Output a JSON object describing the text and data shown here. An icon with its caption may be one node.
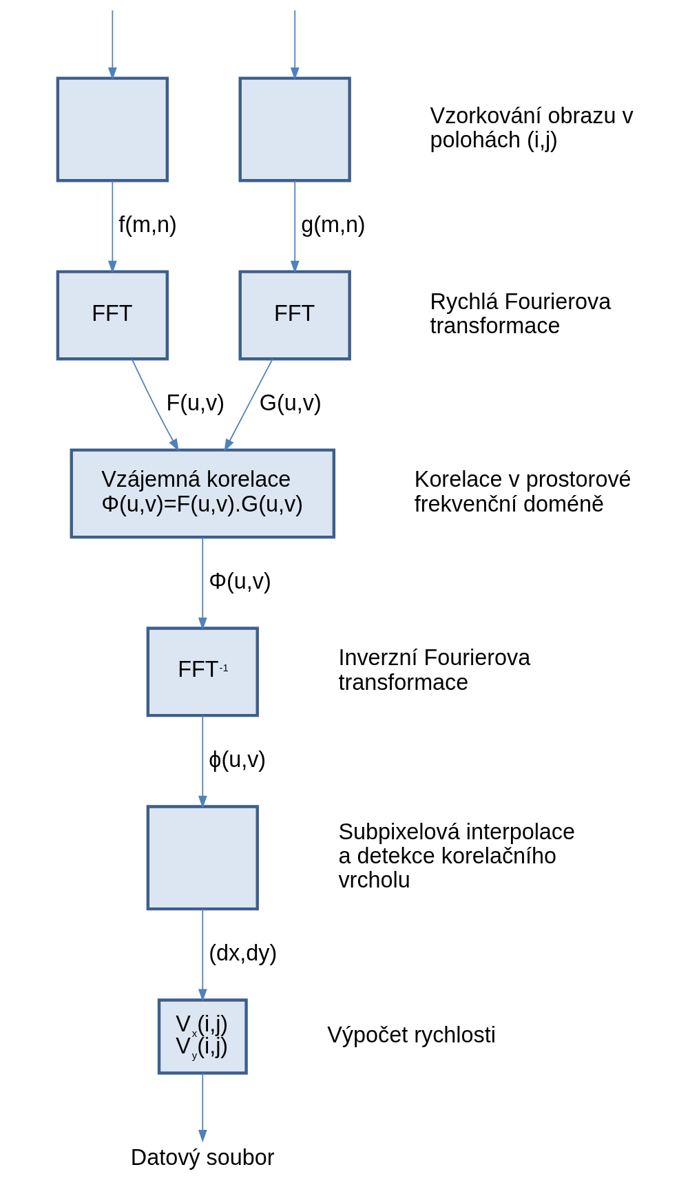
{
  "diagram": {
    "nodes": [
      {
        "text": [],
        "shape": "box"
      },
      {
        "text": [],
        "shape": "box",
        "beside": [
          "Vzorkování obrazu v polohách (i,j)"
        ]
      },
      {
        "text": [
          "FFT"
        ]
      },
      {
        "text": [
          "FFT"
        ],
        "beside": [
          "Rychlá Fourierova transformace"
        ]
      },
      {
        "text": [
          "Vzájemná korelace",
          "Φ(u,v)=F(u,v).G(u,v)"
        ],
        "beside": [
          "Korelace v prostorové frekvenční doméně"
        ]
      },
      {
        "text": [
          "FFT$^{-1}$"
        ],
        "beside": [
          "Inverzní Fourierova transformace"
        ]
      },
      {
        "text": [],
        "shape": "box",
        "beside": [
          "Subpixelová interpolace a detekce korelačního vrcholu"
        ]
      },
      {
        "text": [
          "V$_{x}$(i,j)",
          "V$_{y}$(i,j)"
        ],
        "beside": [
          "Výpočet rychlosti"
        ]
      },
      {
        "text": [
          "Datový soubor"
        ]
      }
    ],
    "edges": [
      {
        "from": null,
        "to": 0,
        "arrow": "to"
      },
      {
        "from": null,
        "to": 1,
        "arrow": "to"
      },
      {
        "from": 0,
        "to": 2,
        "arrow": "to",
        "label": "f(m,n)"
      },
      {
        "from": 1,
        "to": 3,
        "arrow": "to",
        "label": "g(m,n)"
      },
      {
        "from": 2,
        "to": 4,
        "arrow": "to",
        "label": "F(u,v)"
      },
      {
        "from": 3,
        "to": 4,
        "arrow": "to",
        "label": "G(u,v)"
      },
      {
        "from": 4,
        "to": 5,
        "arrow": "to",
        "label": "Φ(u,v)"
      },
      {
        "from": 5,
        "to": 6,
        "arrow": "to",
        "label": "ϕ(u,v)"
      },
      {
        "from": 6,
        "to": 7,
        "arrow": "to",
        "label": "(dx,dy)"
      },
      {
        "from": 7,
        "to": 8,
        "arrow": "to"
      }
    ]
  }
}
